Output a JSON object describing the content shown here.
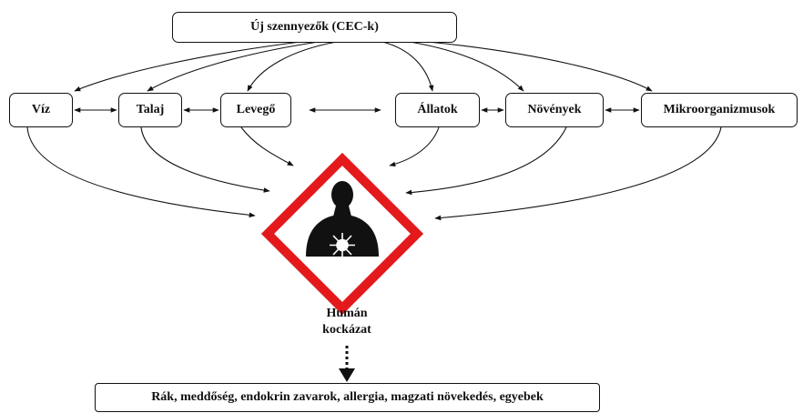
{
  "top_node": {
    "label": "Új szennyezők (CEC-k)"
  },
  "sources": [
    {
      "id": "viz",
      "label": "Víz"
    },
    {
      "id": "talaj",
      "label": "Talaj"
    },
    {
      "id": "levego",
      "label": "Levegő"
    },
    {
      "id": "allatok",
      "label": "Állatok"
    },
    {
      "id": "novenyek",
      "label": "Növények"
    },
    {
      "id": "mikro",
      "label": "Mikroorganizmusok"
    }
  ],
  "hazard": {
    "icon": "health-hazard-icon",
    "border_color": "#e3191c",
    "silhouette_color": "#111111"
  },
  "risk_label": {
    "line1": "Humán",
    "line2": "kockázat"
  },
  "outcome": {
    "label": "Rák, meddőség, endokrin zavarok, allergia, magzati növekedés, egyebek"
  }
}
